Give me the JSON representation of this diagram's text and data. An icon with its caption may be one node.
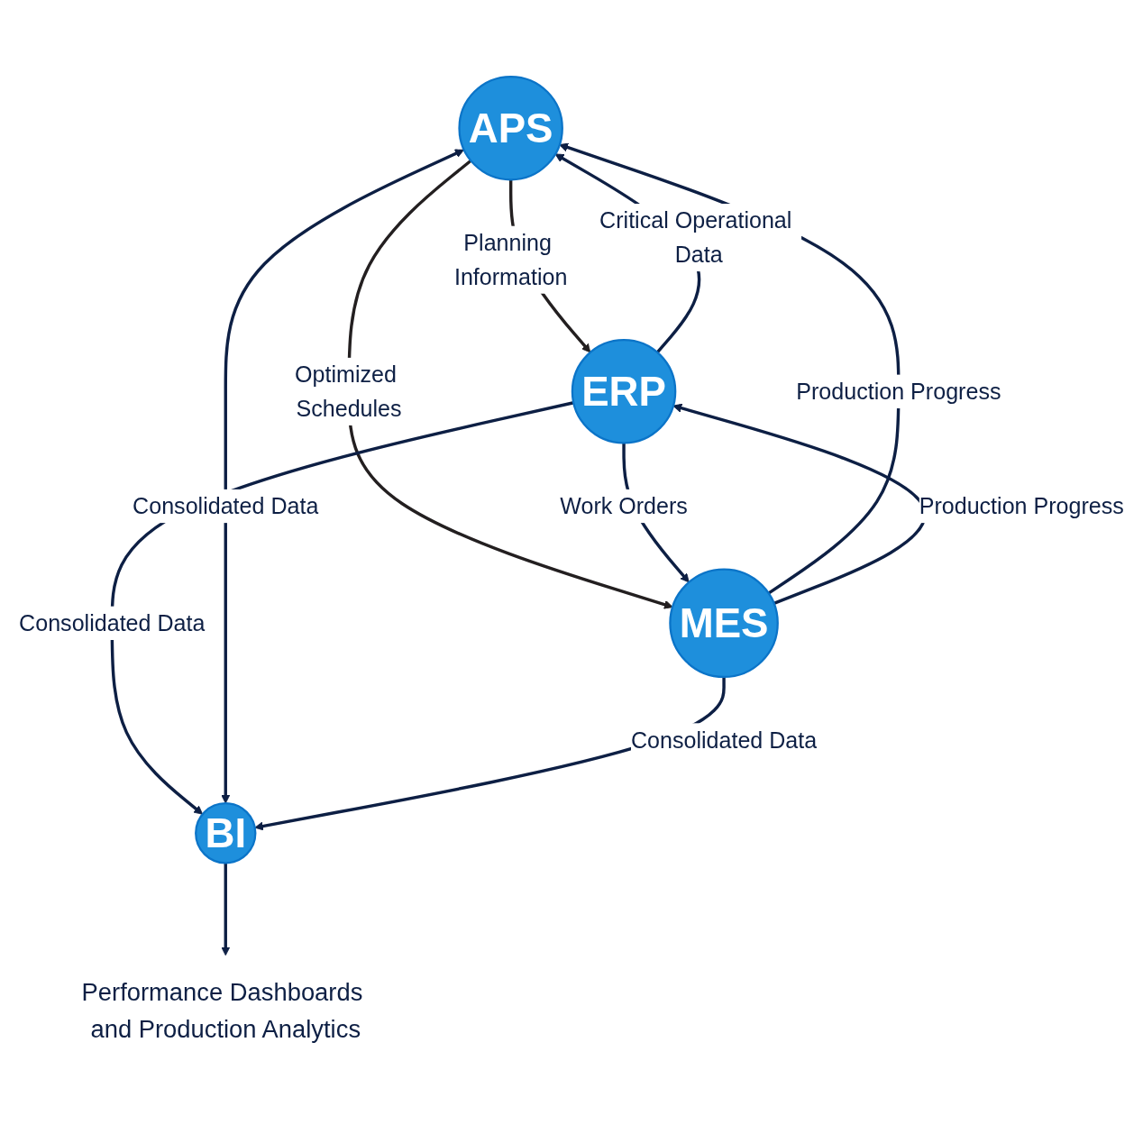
{
  "diagram": {
    "nodes": [
      {
        "text": [
          "APS"
        ]
      },
      {
        "text": [
          "ERP"
        ]
      },
      {
        "text": [
          "MES"
        ]
      },
      {
        "text": [
          "BI"
        ]
      },
      {
        "text": [
          "Performance Dashboards and Production Analytics"
        ]
      }
    ],
    "edges": [
      {
        "from": 0,
        "to": 1,
        "arrow": "to",
        "label": "Planning Information",
        "color": "#231f20"
      },
      {
        "from": 0,
        "to": 2,
        "arrow": "to",
        "label": "Optimized Schedules",
        "color": "#231f20"
      },
      {
        "from": 1,
        "to": 0,
        "arrow": "to",
        "label": "Critical Operational Data"
      },
      {
        "from": 2,
        "to": 0,
        "arrow": "to",
        "label": "Production Progress"
      },
      {
        "from": 1,
        "to": 2,
        "arrow": "to",
        "label": "Work Orders"
      },
      {
        "from": 2,
        "to": 1,
        "arrow": "to",
        "label": "Production Progress"
      },
      {
        "from": 1,
        "to": 3,
        "arrow": "to",
        "label": "Consolidated Data"
      },
      {
        "from": 0,
        "to": 3,
        "arrow": "both",
        "label": "Consolidated Data"
      },
      {
        "from": 2,
        "to": 3,
        "arrow": "to",
        "label": "Consolidated Data"
      },
      {
        "from": 3,
        "to": 4,
        "arrow": "to"
      }
    ]
  }
}
